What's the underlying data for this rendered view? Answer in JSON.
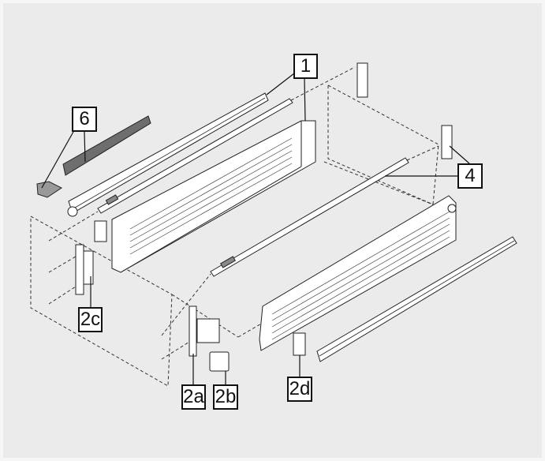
{
  "diagram": {
    "subject": "drawer-assembly-exploded-view",
    "colors": {
      "background": "#ebebeb",
      "line": "#222222",
      "part_fill": "#ffffff",
      "damper_fill": "#6e6e6e"
    },
    "labels": {
      "part_1": "1",
      "part_2a": "2a",
      "part_2b": "2b",
      "part_2c": "2c",
      "part_2d": "2d",
      "part_4": "4",
      "part_6": "6"
    }
  }
}
